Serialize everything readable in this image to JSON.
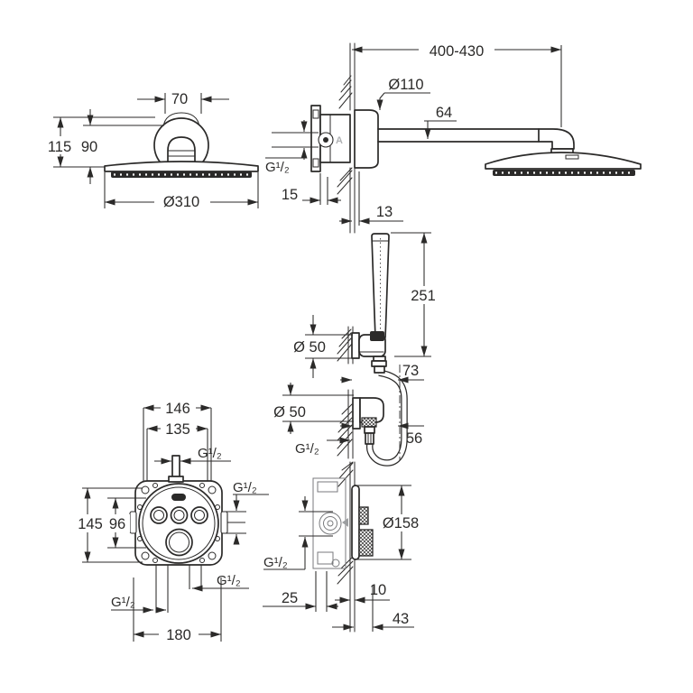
{
  "colors": {
    "line": "#2b2a29",
    "background": "#ffffff",
    "marking_gray": "#b0b2b4"
  },
  "head_front": {
    "cap_width": "70",
    "height_total": "115",
    "height_body": "90",
    "diameter": "Ø310"
  },
  "head_side": {
    "arm_reach": "400-430",
    "rosette_diameter": "Ø110",
    "arm_detail": "64",
    "thread": "G¹/₂",
    "plate_clearance": "15",
    "wall_clearance": "13",
    "marking": "A"
  },
  "hand_shower": {
    "length": "251",
    "holder_diameter": "Ø 50",
    "hose_offset": "73"
  },
  "outlet_elbow": {
    "flange_diameter": "Ø 50",
    "hose_offset": "56",
    "thread": "G¹/₂"
  },
  "mixer_front": {
    "width_outer": "146",
    "width_inner": "135",
    "thread_top": "G¹/₂",
    "thread_right": "G¹/₂",
    "height_outer": "145",
    "height_inner": "96",
    "thread_bottom_left": "G¹/₂",
    "thread_bottom_right": "G¹/₂",
    "width_total": "180"
  },
  "mixer_side": {
    "plate_diameter": "Ø158",
    "thread": "G¹/₂",
    "recess_depth": "25",
    "wall_thickness": "10",
    "projection": "43"
  }
}
